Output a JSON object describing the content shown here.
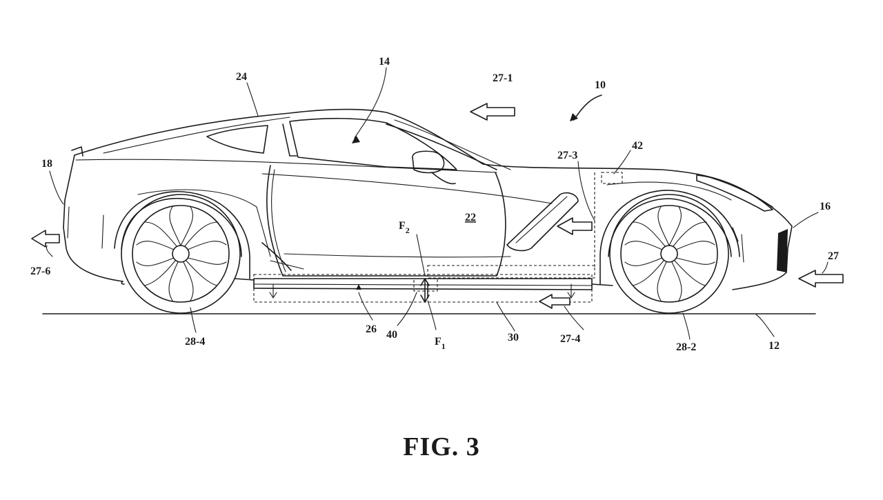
{
  "figure": {
    "caption": "FIG. 3"
  },
  "labels": {
    "vehicle": "10",
    "road": "12",
    "passenger_compartment": "14",
    "front_end": "16",
    "rear_end": "18",
    "side_door": "22",
    "roof": "24",
    "underbody": "26",
    "airflow": "27",
    "airflow_over_roof": "27-1",
    "airflow_side_intake": "27-3",
    "airflow_under_body": "27-4",
    "airflow_rear": "27-6",
    "front_wheel": "28-2",
    "rear_wheel": "28-4",
    "panel": "30",
    "actuator": "40",
    "controller": "42",
    "force_one_base": "F",
    "force_one_sub": "1",
    "force_two_base": "F",
    "force_two_sub": "2"
  },
  "colors": {
    "ink": "#1a1a1a",
    "paper": "#ffffff"
  }
}
